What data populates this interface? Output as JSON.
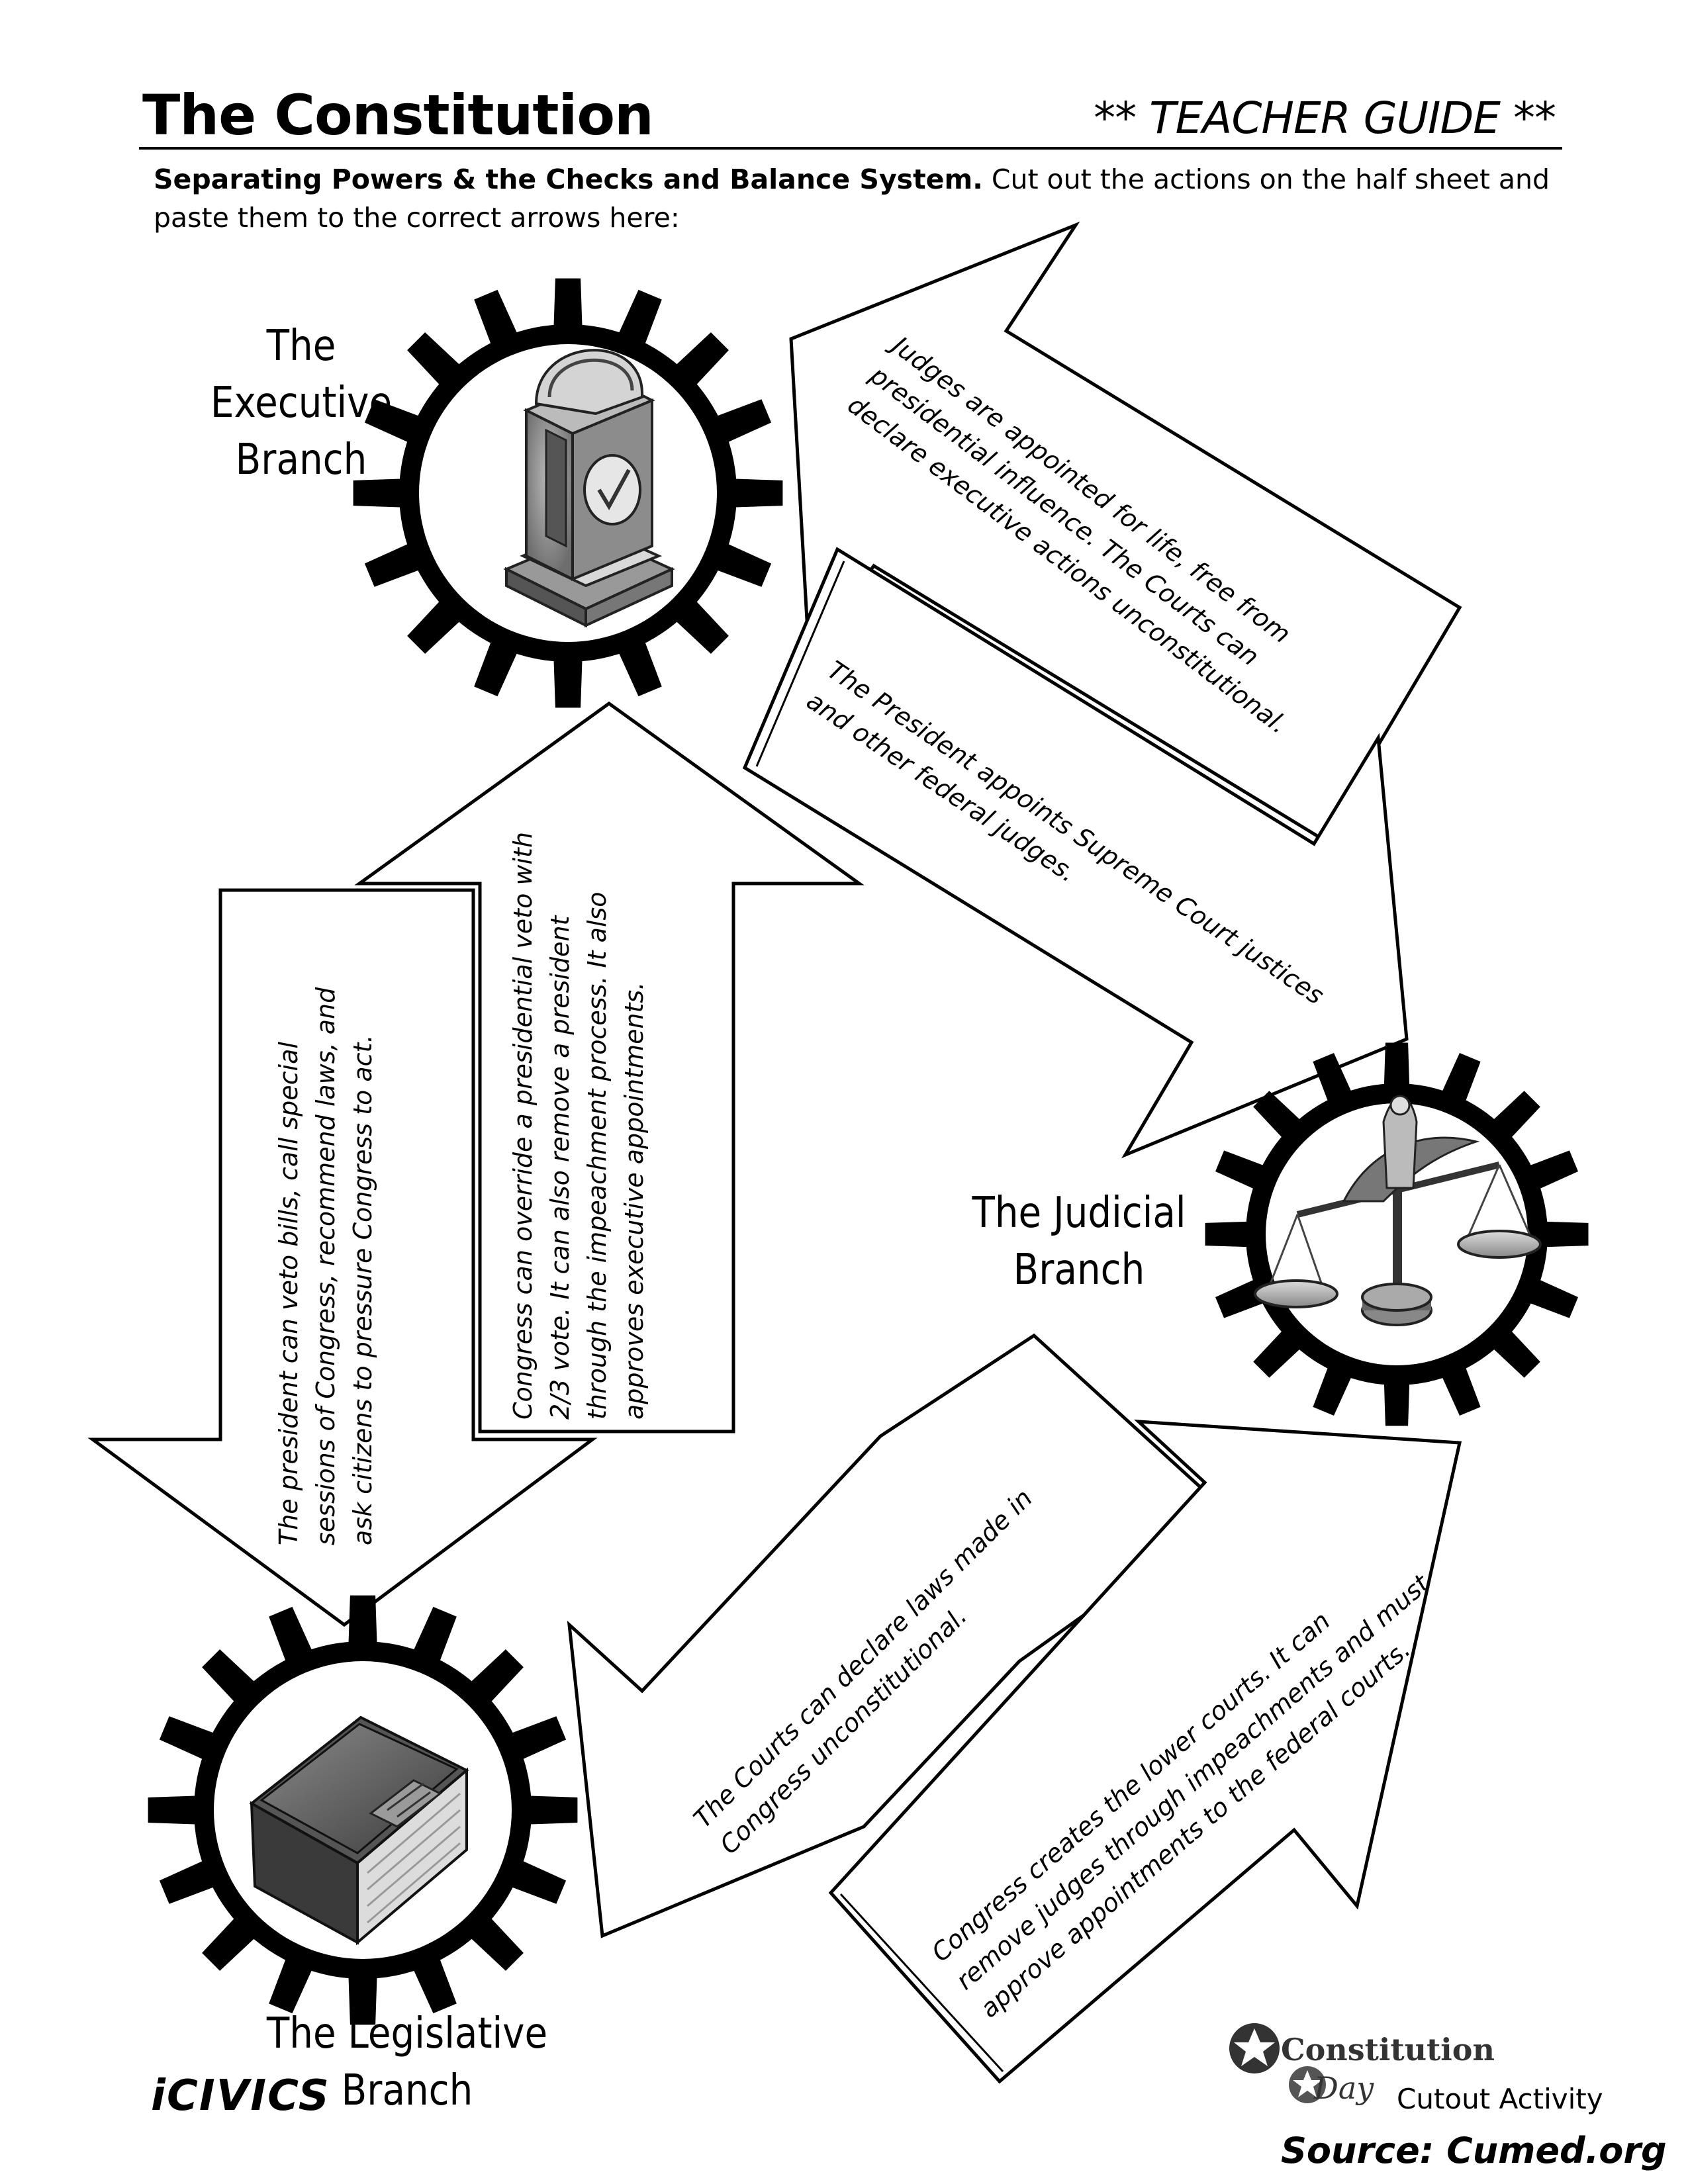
{
  "header": {
    "title": "The Constitution",
    "guide_label": "** TEACHER GUIDE **",
    "intro_bold": "Separating Powers & the Checks and Balance System.",
    "intro_rest": " Cut out the actions on the half sheet and paste them to the correct arrows here:"
  },
  "branches": {
    "executive_line1": "The Executive",
    "executive_line2": "Branch",
    "judicial_line1": "The Judicial",
    "judicial_line2": "Branch",
    "legislative": "The Legislative Branch"
  },
  "arrows": {
    "judicial_checks_executive": [
      "Judges are appointed for life, free from",
      "presidential influence. The Courts can",
      "declare executive actions unconstitutional."
    ],
    "executive_checks_judicial": [
      "The President appoints Supreme Court justices",
      "and other federal judges."
    ],
    "executive_checks_legislative": [
      "The president can veto bills, call special",
      "sessions of Congress, recommend laws, and",
      "ask citizens to pressure Congress to act."
    ],
    "legislative_checks_executive": [
      "Congress can override a presidential veto with",
      "2/3 vote. It can also remove a president",
      "through the impeachment process. It also",
      "approves executive appointments."
    ],
    "judicial_checks_legislative": [
      "The Courts can declare laws made in",
      "Congress unconstitutional."
    ],
    "legislative_checks_judicial": [
      "Congress creates the lower courts. It can",
      "remove judges through impeachments and must",
      "approve appointments to the federal courts."
    ]
  },
  "icons": {
    "executive": "ballot-box-icon",
    "judicial": "scales-of-justice-icon",
    "legislative": "law-book-icon"
  },
  "footer": {
    "icivics_logo": "iCIVICS",
    "constitution_day_line1": "Constitution",
    "constitution_day_line2": "Day",
    "activity_label": "Cutout Activity",
    "source": "Source: Cumed.org"
  }
}
